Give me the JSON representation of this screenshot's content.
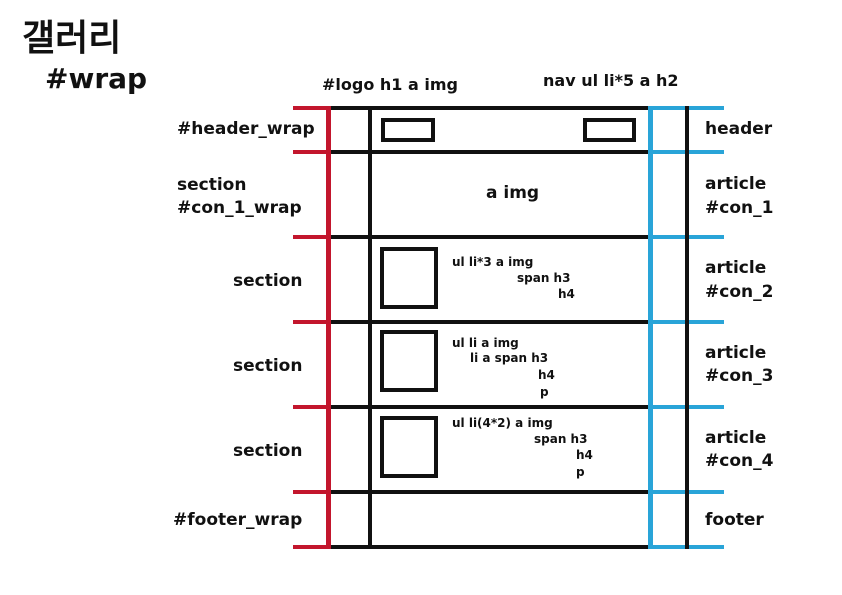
{
  "page": {
    "title": "갤러리",
    "subtitle": "#wrap"
  },
  "top_labels": {
    "logo": "#logo h1 a img",
    "nav": "nav ul li*5 a h2"
  },
  "left_labels": {
    "header_wrap": "#header_wrap",
    "section_1_line_1": "section",
    "section_1_line_2": "#con_1_wrap",
    "section_2": "section",
    "section_3": "section",
    "section_4": "section",
    "footer_wrap": "#footer_wrap"
  },
  "right_labels": {
    "header": "header",
    "article_1_line_1": "article",
    "article_1_line_2": "#con_1",
    "article_2_line_1": "article",
    "article_2_line_2": "#con_2",
    "article_3_line_1": "article",
    "article_3_line_2": "#con_3",
    "article_4_line_1": "article",
    "article_4_line_2": "#con_4",
    "footer": "footer"
  },
  "content_notes": {
    "con_1": "a img",
    "con_2": {
      "line_1": "ul li*3 a img",
      "line_2": "span h3",
      "line_3": "h4"
    },
    "con_3": {
      "line_1": "ul li a img",
      "line_2": "li a span h3",
      "line_3": "h4",
      "line_4": "p"
    },
    "con_4": {
      "line_1": "ul li(4*2) a img",
      "line_2": "span h3",
      "line_3": "h4",
      "line_4": "p"
    }
  },
  "colors": {
    "text": "#111111",
    "wrap_lines": "#111111",
    "left_bracket": "#c3162d",
    "right_bracket": "#29a4d8",
    "background": "#ffffff"
  }
}
